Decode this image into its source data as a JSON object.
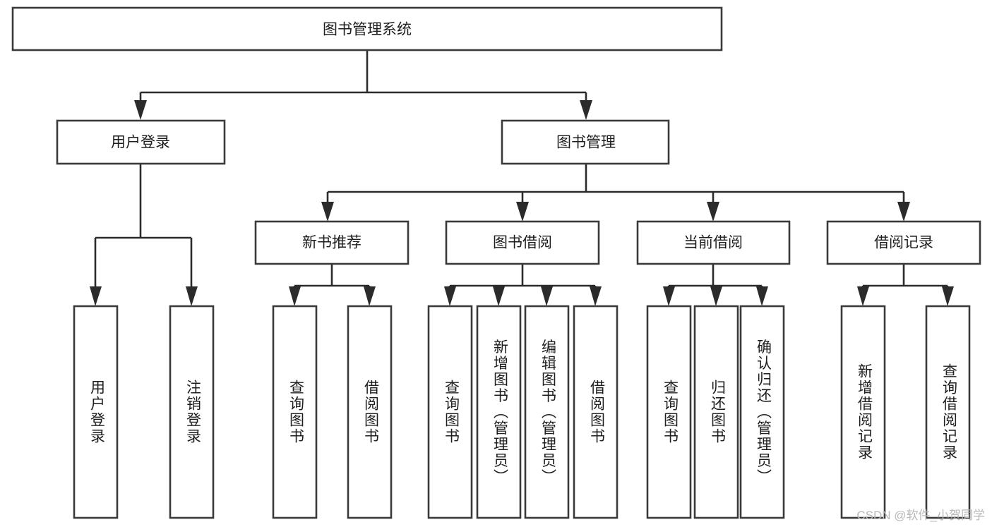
{
  "diagram": {
    "title_node": {
      "label": "图书管理系统"
    },
    "level2": [
      {
        "id": "user-login",
        "label": "用户登录"
      },
      {
        "id": "book-management",
        "label": "图书管理"
      }
    ],
    "level3": [
      {
        "id": "new-book-recommend",
        "label": "新书推荐"
      },
      {
        "id": "book-borrow",
        "label": "图书借阅"
      },
      {
        "id": "current-borrow",
        "label": "当前借阅"
      },
      {
        "id": "borrow-record",
        "label": "借阅记录"
      }
    ],
    "leaves": {
      "user_login": [
        {
          "id": "leaf-user-login",
          "label": "用户登录"
        },
        {
          "id": "leaf-logout-login",
          "label": "注销登录"
        }
      ],
      "new_book_recommend": [
        {
          "id": "leaf-query-book-1",
          "label": "查询图书"
        },
        {
          "id": "leaf-borrow-book-1",
          "label": "借阅图书"
        }
      ],
      "book_borrow": [
        {
          "id": "leaf-query-book-2",
          "label": "查询图书"
        },
        {
          "id": "leaf-add-book",
          "label": "新增图书（管理员）"
        },
        {
          "id": "leaf-edit-book",
          "label": "编辑图书（管理员）"
        },
        {
          "id": "leaf-borrow-book-2",
          "label": "借阅图书"
        }
      ],
      "current_borrow": [
        {
          "id": "leaf-query-book-3",
          "label": "查询图书"
        },
        {
          "id": "leaf-return-book",
          "label": "归还图书"
        },
        {
          "id": "leaf-confirm-return",
          "label": "确认归还（管理员）"
        }
      ],
      "borrow_record": [
        {
          "id": "leaf-add-record",
          "label": "新增借阅记录"
        },
        {
          "id": "leaf-query-record",
          "label": "查询借阅记录"
        }
      ]
    }
  },
  "watermark": {
    "text": "CSDN @软件_小贺同学"
  },
  "colors": {
    "background": "#ffffff",
    "box_fill": "#ffffff",
    "box_stroke": "#3a3a3a",
    "connector": "#2b2b2b",
    "text": "#1d1d1d",
    "watermark": "#b8b8b8"
  }
}
